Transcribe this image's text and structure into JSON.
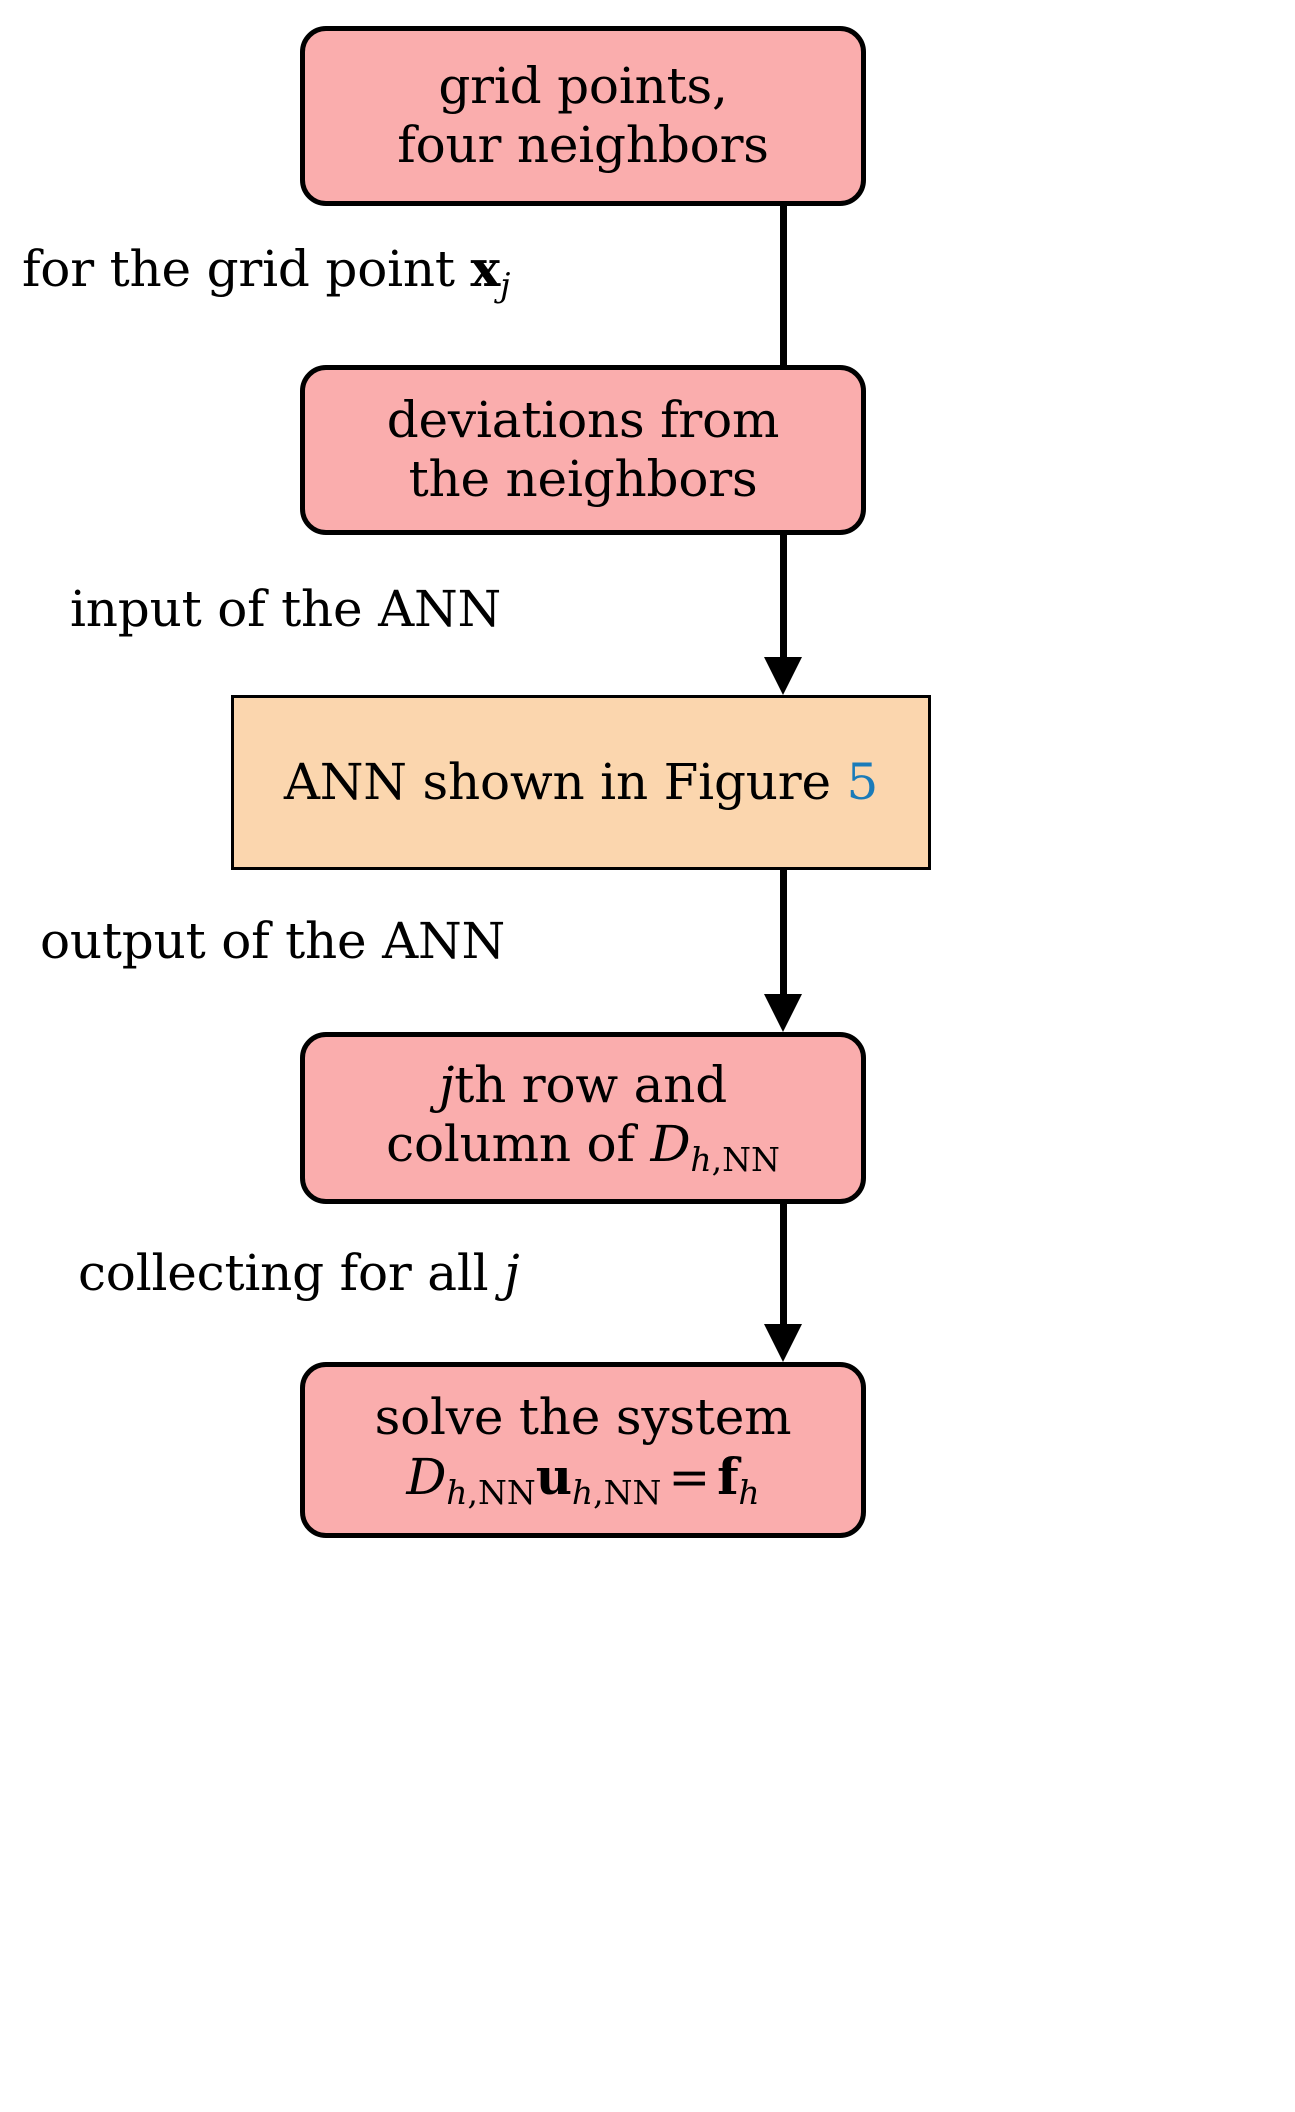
{
  "diagram": {
    "title": "ANN-based discretization workflow flowchart",
    "colors": {
      "box_pink": "#FAADAD",
      "box_orange": "#FBD6AE",
      "stroke": "#000000",
      "link_blue": "#1A7BB9",
      "background": "#FFFFFF"
    },
    "nodes": [
      {
        "id": "grid-points",
        "shape": "rounded-rectangle",
        "fill": "#FAADAD",
        "lines": [
          "grid points,",
          "four neighbors"
        ]
      },
      {
        "id": "deviations",
        "shape": "rounded-rectangle",
        "fill": "#FAADAD",
        "lines": [
          "deviations from",
          "the neighbors"
        ]
      },
      {
        "id": "ann",
        "shape": "rectangle",
        "fill": "#FBD6AE",
        "text_before": "ANN shown in Figure",
        "link_text": "5",
        "lines": [
          "ANN shown in Figure 5"
        ]
      },
      {
        "id": "row-column",
        "shape": "rounded-rectangle",
        "fill": "#FAADAD",
        "line1_math_j": "j",
        "line1_rest": "th row and",
        "line2_prefix": "column of ",
        "line2_math_D": "D",
        "line2_math_sub": "h,NN",
        "lines": [
          "jth row and",
          "column of D_h,NN"
        ]
      },
      {
        "id": "solve-system",
        "shape": "rounded-rectangle",
        "fill": "#FAADAD",
        "line1": "solve the system",
        "equation": {
          "matrix": "D",
          "matrix_sub": "h,NN",
          "vector": "u",
          "vector_sub": "h,NN",
          "operator": "=",
          "rhs": "f",
          "rhs_sub": "h"
        },
        "lines": [
          "solve the system",
          "D_h,NN u_h,NN = f_h"
        ]
      }
    ],
    "edges": [
      {
        "id": "edge-1",
        "from": "grid-points",
        "to": "deviations",
        "label_prefix": "for the grid point ",
        "label_math_var": "x",
        "label_math_sub": "j",
        "label_plain": "for the grid point x_j"
      },
      {
        "id": "edge-2",
        "from": "deviations",
        "to": "ann",
        "label_plain": "input of the ANN"
      },
      {
        "id": "edge-3",
        "from": "ann",
        "to": "row-column",
        "label_plain": "output of the ANN"
      },
      {
        "id": "edge-4",
        "from": "row-column",
        "to": "solve-system",
        "label_prefix": "collecting for all ",
        "label_math_var": "j",
        "label_plain": "collecting for all j"
      }
    ]
  }
}
